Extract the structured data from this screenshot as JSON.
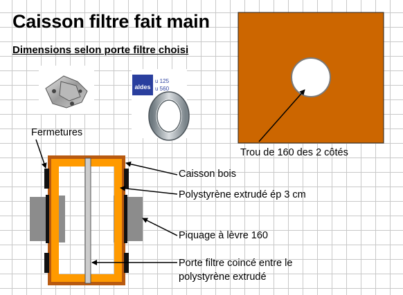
{
  "title": "Caisson filtre fait main",
  "subtitle": "Dimensions selon porte filtre choisi",
  "labels": {
    "fermetures": "Fermetures",
    "trou": "Trou de 160 des 2 côtés",
    "caisson_bois": "Caisson bois",
    "polystyrene": "Polystyrène extrudé ép 3 cm",
    "piquage": "Piquage à lèvre 160",
    "porte_filtre_l1": "Porte filtre coincé entre le",
    "porte_filtre_l2": "polystyrène extrudé"
  },
  "product": {
    "brand": "aldes",
    "line1": "u 125",
    "line2": "u 560"
  },
  "colors": {
    "panel": "#cc6600",
    "wood": "#b85a10",
    "foam": "#ff9a00",
    "metal": "#8c8c8c",
    "brand": "#2a3f9e"
  }
}
